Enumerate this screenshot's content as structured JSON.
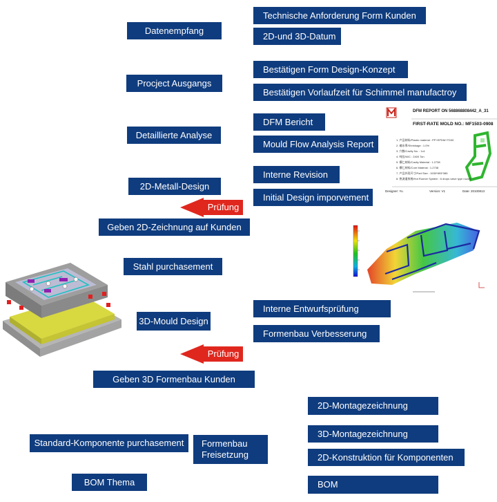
{
  "left_column": [
    {
      "id": "datenempfang",
      "label": "Datenempfang"
    },
    {
      "id": "projekt",
      "label": "Procject Ausgangs"
    },
    {
      "id": "analyse",
      "label": "Detaillierte Analyse"
    },
    {
      "id": "metall",
      "label": "2D-Metall-Design"
    },
    {
      "id": "geben2d",
      "label": "Geben 2D-Zeichnung auf Kunden"
    },
    {
      "id": "stahl",
      "label": "Stahl purchasement"
    },
    {
      "id": "mould3d",
      "label": "3D-Mould Design"
    },
    {
      "id": "geben3d",
      "label": "Geben 3D Formenbau Kunden"
    },
    {
      "id": "standard",
      "label": "Standard-Komponente purchasement"
    },
    {
      "id": "formenbau_line1",
      "label": "Formenbau"
    },
    {
      "id": "formenbau_line2",
      "label": "Freisetzung"
    },
    {
      "id": "bomthema",
      "label": "BOM Thema"
    }
  ],
  "right_column": [
    {
      "id": "tech",
      "label": "Technische Anforderung Form Kunden"
    },
    {
      "id": "datum",
      "label": "2D-und 3D-Datum"
    },
    {
      "id": "konzept",
      "label": "Bestätigen Form Design-Konzept"
    },
    {
      "id": "vorlauf",
      "label": "Bestätigen Vorlaufzeit für Schimmel manufactroy"
    },
    {
      "id": "dfm",
      "label": "DFM Bericht"
    },
    {
      "id": "flow",
      "label": "Mould Flow Analysis Report"
    },
    {
      "id": "revision",
      "label": "Interne Revision"
    },
    {
      "id": "initial",
      "label": "Initial Design imporvement"
    },
    {
      "id": "entwurf",
      "label": "Interne Entwurfsprüfung"
    },
    {
      "id": "verbesserung",
      "label": "Formenbau Verbesserung"
    },
    {
      "id": "montage2d",
      "label": "2D-Montagezeichnung"
    },
    {
      "id": "montage3d",
      "label": "3D-Montagezeichnung"
    },
    {
      "id": "konstruktion",
      "label": "2D-Konstruktion für Komponenten"
    },
    {
      "id": "bom",
      "label": "BOM"
    }
  ],
  "arrows": [
    {
      "id": "pruefung1",
      "label": "Prüfung"
    },
    {
      "id": "pruefung2",
      "label": "Prüfung"
    }
  ],
  "dfm_report": {
    "title": "DFM REPORT ON 568868808442_A_31",
    "subtitle": "FIRST-RATE MOLD NO.: MF1503-0908",
    "lines": [
      "1. 产品材料/Plastic material : PP+EPDM+TD30",
      "2. 缩水率/Shrinkage : 1.0%",
      "3. 穴数/Cavity No. : 1x1",
      "4. 吨位/M/C : 2400 Ton",
      "5. 模仁材料/Cavity Material : 1.2738",
      "6. 模仁材料/Core Material : 1.2738",
      "7. 产品外形尺寸/Part Size : 1530*893*385",
      "8. 热流道系统/Hot Runner System : 6 drops valve type nozzle"
    ],
    "designer": "Designer: Yu",
    "version": "Version: V1",
    "date": "Date: 20100813"
  },
  "colors": {
    "box": "#0f3c7e",
    "arrow": "#e0271e"
  }
}
